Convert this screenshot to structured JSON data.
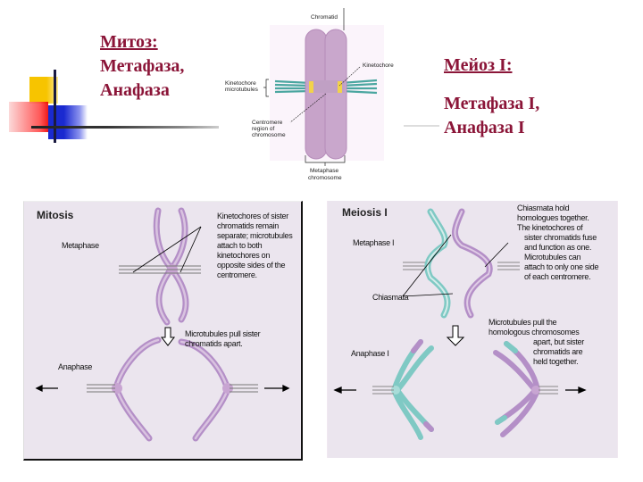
{
  "left_title": {
    "heading": "Митоз:",
    "line1": "Метафаза,",
    "line2": "Анафаза"
  },
  "right_title": {
    "heading": "Мейоз I:",
    "line1": "Метафаза I,",
    "line2": "Анафаза I"
  },
  "top_diagram": {
    "labels": {
      "chromatid": "Chromatid",
      "kinetochore": "Kinetochore",
      "kinetochore_microtubules_1": "Kinetochore",
      "kinetochore_microtubules_2": "microtubules",
      "centromere_1": "Centromere",
      "centromere_2": "region of",
      "centromere_3": "chromosome",
      "metaphase_chr_1": "Metaphase",
      "metaphase_chr_2": "chromosome"
    },
    "colors": {
      "chromosome": "#c7a3c9",
      "microtubule": "#4aa6a0",
      "kinetochore": "#f2d24a"
    }
  },
  "mitosis_panel": {
    "title": "Mitosis",
    "metaphase_label": "Metaphase",
    "anaphase_label": "Anaphase",
    "note_metaphase": [
      "Kinetochores of sister",
      "chromatids remain",
      "separate; microtubules",
      "attach to both",
      "kinetochores on",
      "opposite sides of the",
      "centromere."
    ],
    "note_anaphase": [
      "Microtubules pull sister",
      "chromatids apart."
    ]
  },
  "meiosis_panel": {
    "title": "Meiosis I",
    "metaphase_label": "Metaphase I",
    "chiasmata_label": "Chiasmata",
    "anaphase_label": "Anaphase I",
    "note_metaphase": [
      "Chiasmata hold",
      "homologues together.",
      "The kinetochores of",
      "sister chromatids fuse",
      "and function as one.",
      "Microtubules can",
      "attach to only one side",
      "of each centromere."
    ],
    "note_anaphase": [
      "Microtubules pull the",
      "homologous chromosomes",
      "apart, but sister",
      "chromatids are",
      "held together."
    ],
    "colors": {
      "homolog_a": "#7fc9c4",
      "homolog_b": "#b48fc7"
    }
  }
}
